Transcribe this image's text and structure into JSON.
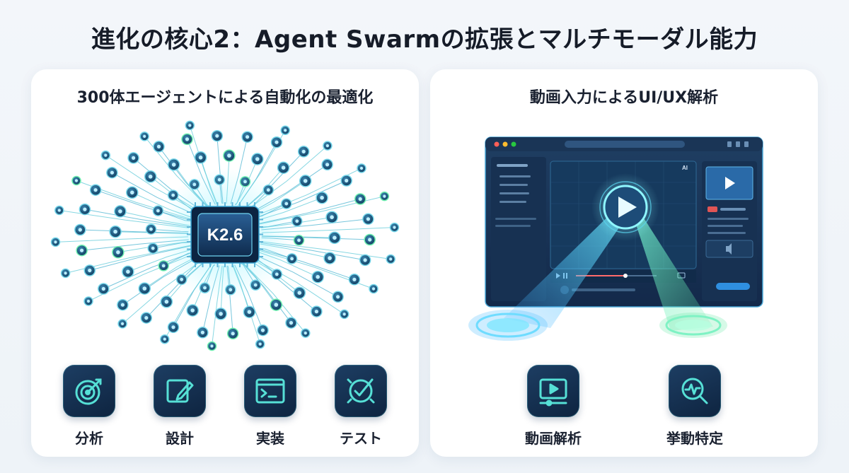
{
  "page": {
    "title": "進化の核心2：Agent Swarmの拡張とマルチモーダル能力"
  },
  "left_panel": {
    "heading": "300体エージェントによる自動化の最適化",
    "chip_label": "K2.6",
    "icons": [
      {
        "label": "分析",
        "icon": "target-icon"
      },
      {
        "label": "設計",
        "icon": "edit-icon"
      },
      {
        "label": "実装",
        "icon": "terminal-icon"
      },
      {
        "label": "テスト",
        "icon": "check-icon"
      }
    ]
  },
  "right_panel": {
    "heading": "動画入力によるUI/UX解析",
    "screen_ai_label": "AI",
    "icons": [
      {
        "label": "動画解析",
        "icon": "video-play-icon"
      },
      {
        "label": "挙動特定",
        "icon": "pulse-search-icon"
      }
    ]
  },
  "colors": {
    "accent_teal": "#3fd8d4",
    "accent_green": "#5be8a0",
    "navy": "#0e2440",
    "node_blue": "#1c4d74"
  }
}
